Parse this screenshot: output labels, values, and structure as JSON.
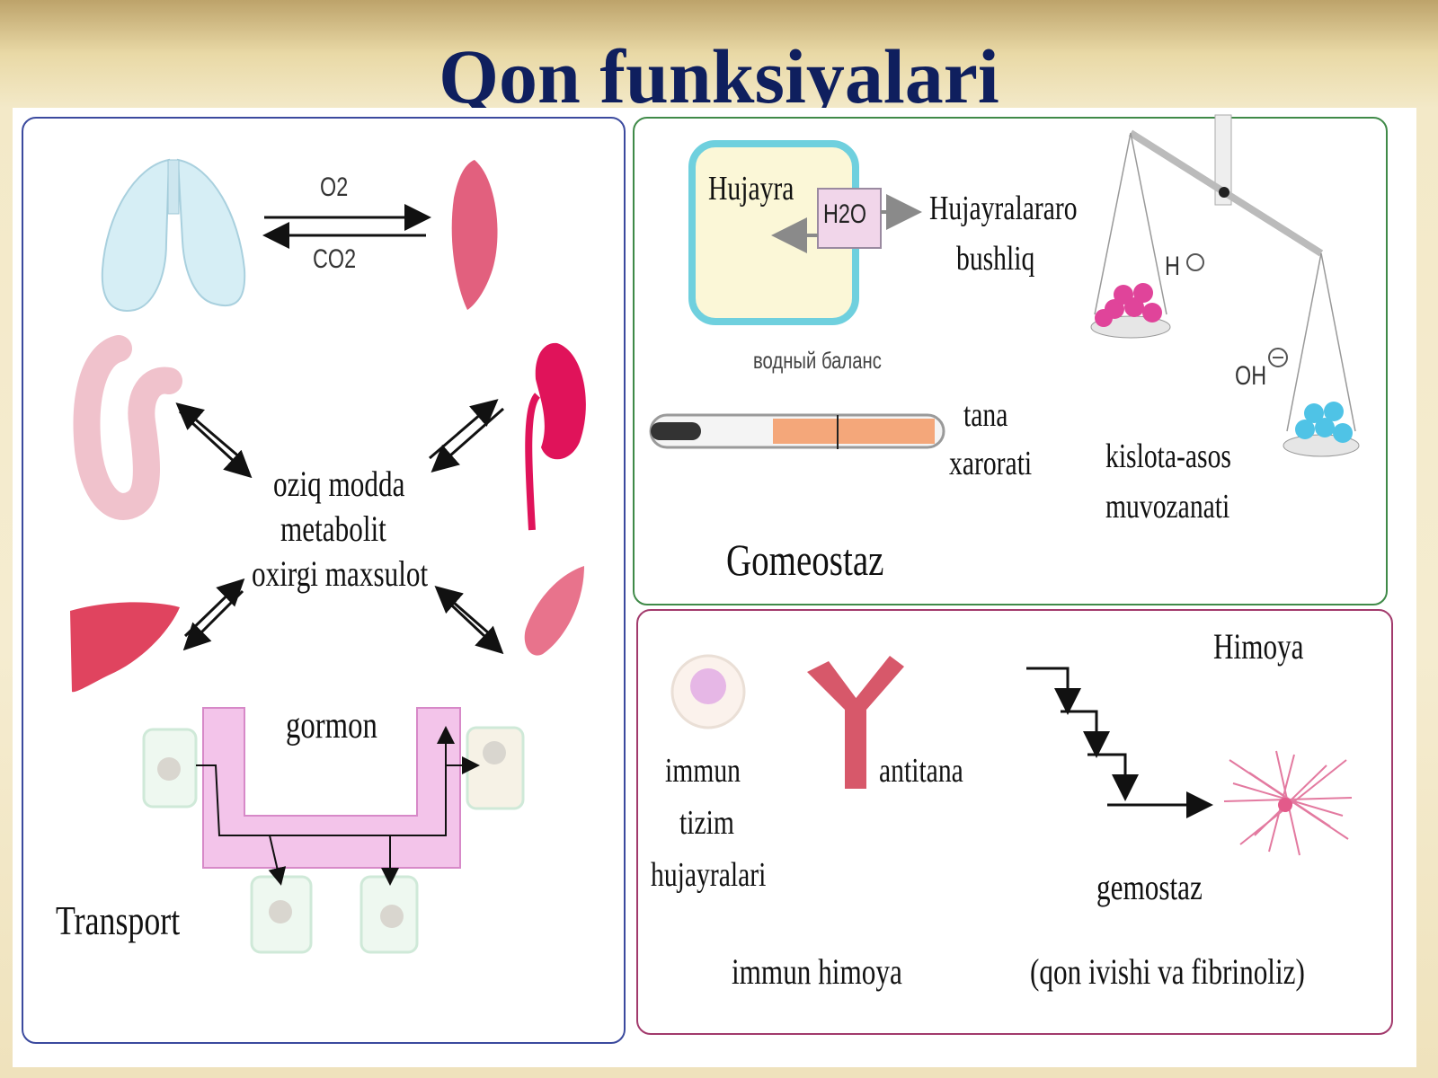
{
  "title": "Qon funksiyalari",
  "transport": {
    "o2": "O2",
    "co2": "CO2",
    "center_line1": "oziq modda",
    "center_line2": "metabolit",
    "center_line3": "oxirgi maxsulot",
    "hormone": "gormon",
    "label": "Transport"
  },
  "homeostasis": {
    "cell": "Hujayra",
    "water": "H2O",
    "intercellular_line1": "Hujayralararo",
    "intercellular_line2": "bushliq",
    "water_balance": "водный баланс",
    "temp_line1": "tana",
    "temp_line2": "xarorati",
    "acid_base_line1": "kislota-asos",
    "acid_base_line2": "muvozanati",
    "h_ion": "H",
    "oh_ion": "OH",
    "label": "Gomeostaz"
  },
  "protection": {
    "label": "Himoya",
    "immune_line1": "immun",
    "immune_line2": "tizim",
    "immune_line3": "hujayralari",
    "antibody": "antitana",
    "hemostasis": "gemostaz",
    "immune_protection": "immun himoya",
    "coagulation": "(qon ivishi va fibrinoliz)"
  }
}
